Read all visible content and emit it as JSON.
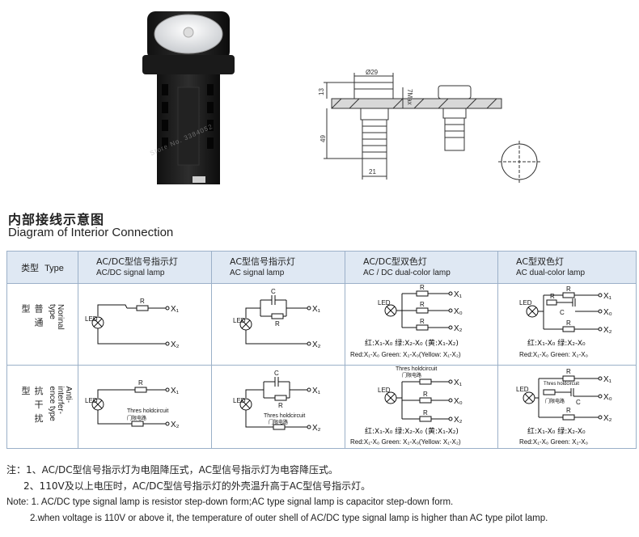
{
  "watermark": "Store No. 3384052",
  "dimensions": {
    "diameter": "Ø29",
    "head_height": "13",
    "panel_max": "7Max",
    "body_height": "49",
    "body_width": "21"
  },
  "heading": {
    "cn": "内部接线示意图",
    "en": "Diagram of Interior Connection"
  },
  "table": {
    "type_header_cn": "类型",
    "type_header_en": "Type",
    "columns": [
      {
        "cn": "AC/DC型信号指示灯",
        "en": "AC/DC  signal lamp"
      },
      {
        "cn": "AC型信号指示灯",
        "en": "AC signal lamp"
      },
      {
        "cn": "AC/DC型双色灯",
        "en": "AC / DC dual-color lamp"
      },
      {
        "cn": "AC型双色灯",
        "en": "AC dual-color lamp"
      }
    ],
    "rows": [
      {
        "cn": "普通型",
        "en": "Norinal type"
      },
      {
        "cn": "抗干扰型",
        "en": "Anti-interfer-\nence type"
      }
    ]
  },
  "circuit": {
    "led": "LED",
    "r": "R",
    "c": "C",
    "x1": "X₁",
    "x2": "X₂",
    "x0": "X₀",
    "thres_en": "Thres holdcircuit",
    "thres_cn": "门限电路",
    "dual_acdc_cn": "红:X₁-X₀ 绿:X₂-X₀ (黄:X₁-X₂)",
    "dual_acdc_en": "Red:X₁-X₀ Green: X₂-X₀(Yellow: X₁-X₂)",
    "dual_ac_cn": "红:X₁-X₀ 绿:X₂-X₀",
    "dual_ac_en": "Red:X₁-X₀  Green: X₂-X₀"
  },
  "notes": {
    "cn_1": "注：1、AC/DC型信号指示灯为电阻降压式，AC型信号指示灯为电容降压式。",
    "cn_2": "2、110V及以上电压时，AC/DC型信号指示灯的外壳温升高于AC型信号指示灯。",
    "en_1": "Note: 1. AC/DC type signal lamp is resistor step-down form;AC type signal lamp is capacitor step-down form.",
    "en_2": "2.when voltage is 110V or above it, the temperature of outer shell of AC/DC type signal lamp is higher than AC type pilot lamp."
  }
}
